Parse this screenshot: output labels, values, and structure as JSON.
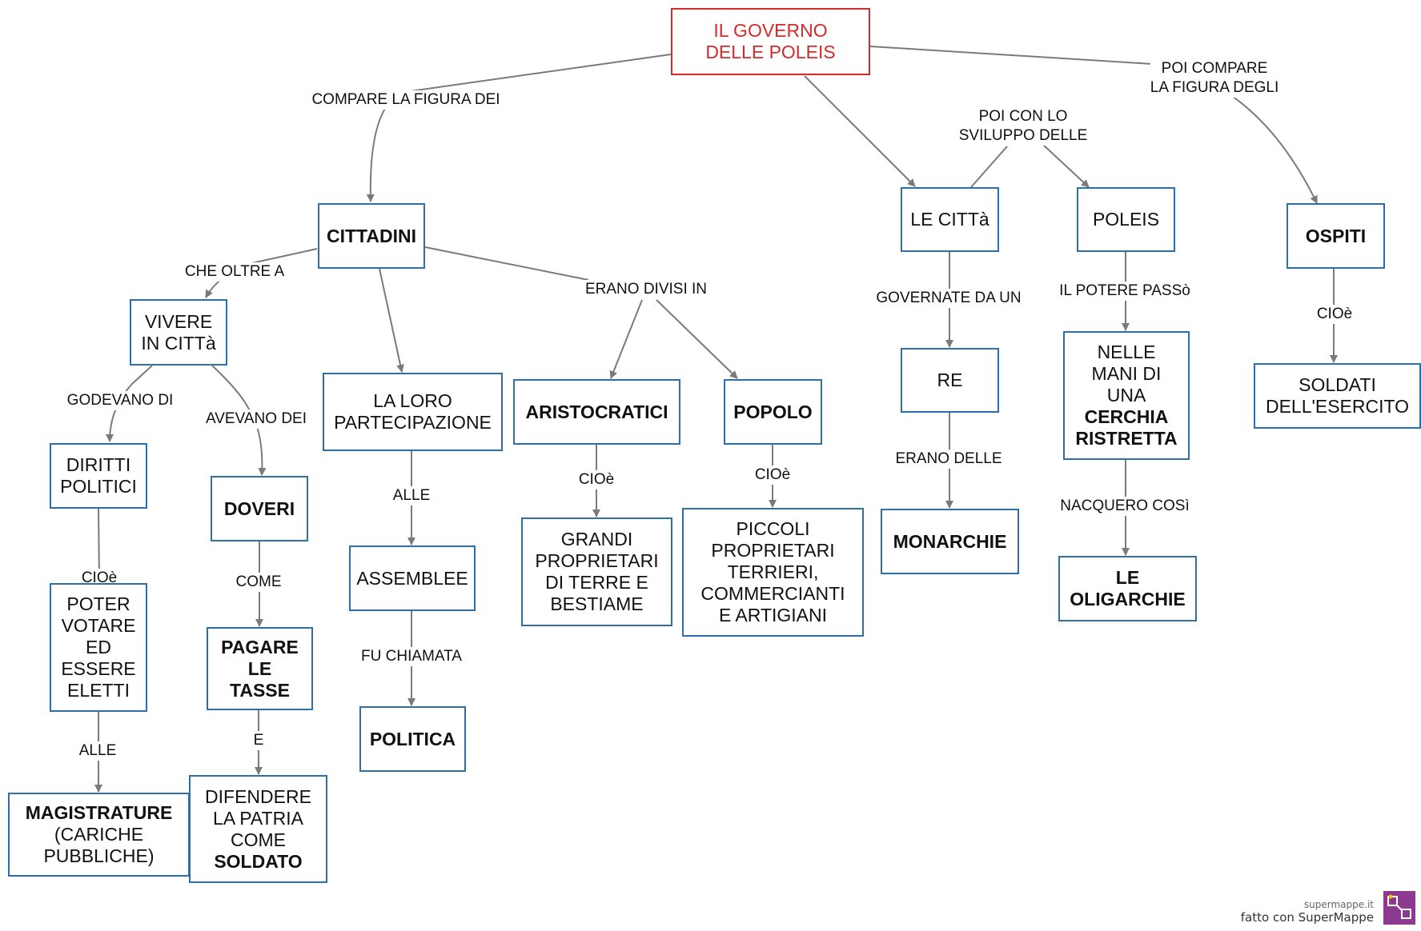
{
  "nodes": {
    "root": [
      "IL GOVERNO",
      "DELLE POLEIS"
    ],
    "cittadini": [
      "CITTADINI"
    ],
    "vivere": [
      "VIVERE",
      "IN CITTà"
    ],
    "diritti": [
      "DIRITTI",
      "POLITICI"
    ],
    "poter": [
      "POTER",
      "VOTARE",
      "ED",
      "ESSERE",
      "ELETTI"
    ],
    "magistrature": [
      "MAGISTRATURE",
      "(CARICHE",
      "PUBBLICHE)"
    ],
    "doveri": [
      "DOVERI"
    ],
    "pagare": [
      "PAGARE",
      "LE",
      "TASSE"
    ],
    "difendere": [
      "DIFENDERE",
      "LA PATRIA",
      "COME",
      "SOLDATO"
    ],
    "partecipazione": [
      "LA LORO",
      "PARTECIPAZIONE"
    ],
    "assemblee": [
      "ASSEMBLEE"
    ],
    "politica": [
      "POLITICA"
    ],
    "aristocratici": [
      "ARISTOCRATICI"
    ],
    "grandi": [
      "GRANDI",
      "PROPRIETARI",
      "DI TERRE E",
      "BESTIAME"
    ],
    "popolo": [
      "POPOLO"
    ],
    "piccoli": [
      "PICCOLI",
      "PROPRIETARI",
      "TERRIERI,",
      "COMMERCIANTI",
      "E ARTIGIANI"
    ],
    "lecitta": [
      "LE CITTà"
    ],
    "re": [
      "RE"
    ],
    "monarchie": [
      "MONARCHIE"
    ],
    "poleis": [
      "POLEIS"
    ],
    "nelle": [
      "NELLE",
      "MANI DI",
      "UNA",
      "CERCHIA",
      "RISTRETTA"
    ],
    "oligarchie": [
      "LE",
      "OLIGARCHIE"
    ],
    "ospiti": [
      "OSPITI"
    ],
    "soldati": [
      "SOLDATI",
      "DELL'ESERCITO"
    ]
  },
  "labels": {
    "compare": [
      "COMPARE LA FIGURA DEI"
    ],
    "poi_sviluppo": [
      "POI CON LO",
      "SVILUPPO DELLE"
    ],
    "poi_compare": [
      "POI COMPARE",
      "LA FIGURA DEGLI"
    ],
    "oltre": [
      "CHE OLTRE A"
    ],
    "divisi": [
      "ERANO DIVISI IN"
    ],
    "godevano": [
      "GODEVANO DI"
    ],
    "avevano": [
      "AVEVANO DEI"
    ],
    "cioe1": [
      "CIOè"
    ],
    "alle1": [
      "ALLE"
    ],
    "come": [
      "COME"
    ],
    "e": [
      "E"
    ],
    "alle2": [
      "ALLE"
    ],
    "chiamata": [
      "FU CHIAMATA"
    ],
    "cioe2": [
      "CIOè"
    ],
    "cioe3": [
      "CIOè"
    ],
    "governate": [
      "GOVERNATE DA UN"
    ],
    "erano_delle": [
      "ERANO DELLE"
    ],
    "potere": [
      "IL POTERE PASSò"
    ],
    "nacquero": [
      "NACQUERO COSì"
    ],
    "cioe4": [
      "CIOè"
    ]
  },
  "watermark": {
    "site": "supermappe.it",
    "made_with": "fatto con SuperMappe"
  },
  "colors": {
    "node_border": "#2f6fa8",
    "root_border": "#d42a2a",
    "root_text": "#d42a2a",
    "edge": "#7a7a7a",
    "logo": "#8b3a8f"
  }
}
